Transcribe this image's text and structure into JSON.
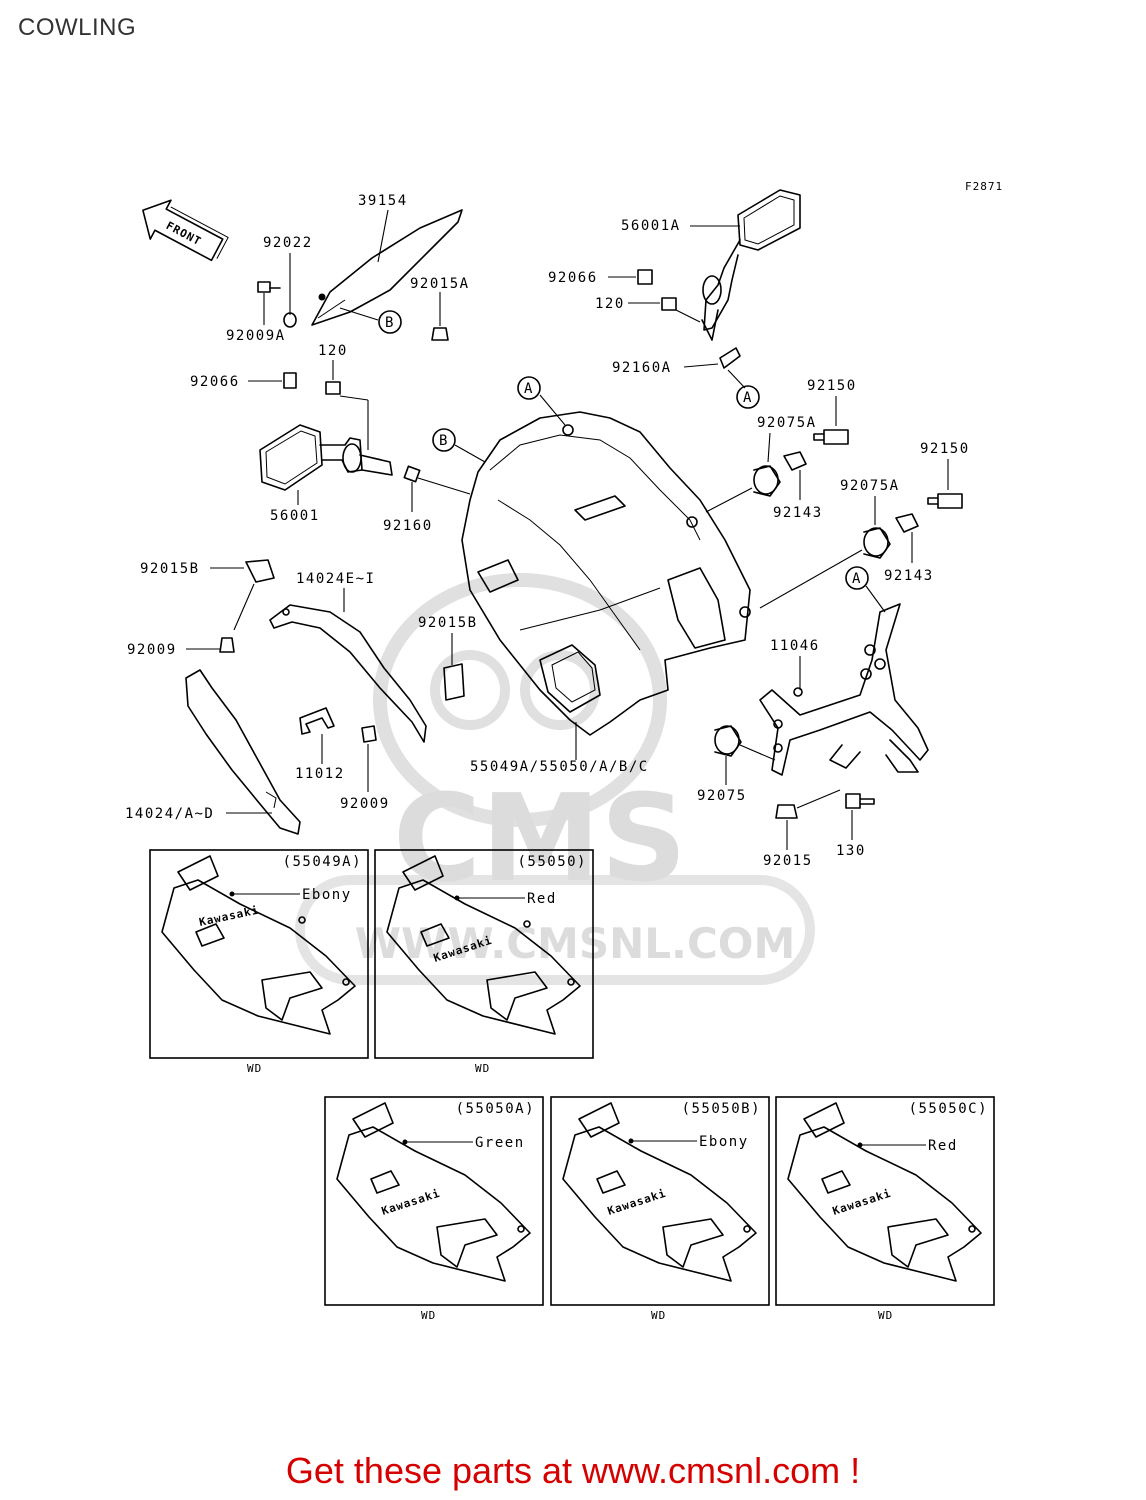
{
  "page": {
    "title": "COWLING"
  },
  "figure_code": "F2871",
  "front_label": "FRONT",
  "watermark": {
    "brand": "CMS",
    "site": "WWW.CMSNL.COM"
  },
  "callouts": {
    "p39154": "39154",
    "p92022": "92022",
    "p92009A": "92009A",
    "p92015A": "92015A",
    "p120_left": "120",
    "p92066_left": "92066",
    "p56001": "56001",
    "p92160": "92160",
    "p56001A": "56001A",
    "p92066_right": "92066",
    "p120_right": "120",
    "p92160A": "92160A",
    "p92150_a": "92150",
    "p92075A_a": "92075A",
    "p92143_a": "92143",
    "p92150_b": "92150",
    "p92075A_b": "92075A",
    "p92143_b": "92143",
    "p92015B_a": "92015B",
    "p14024E": "14024E~I",
    "p92009_a": "92009",
    "p92015B_b": "92015B",
    "p11012": "11012",
    "p92009_b": "92009",
    "p14024A": "14024/A~D",
    "p55049": "55049A/55050/A/B/C",
    "p11046": "11046",
    "p92075": "92075",
    "p92015": "92015",
    "p130": "130"
  },
  "refs": {
    "A": "A",
    "B": "B"
  },
  "variants": [
    {
      "code": "(55049A)",
      "color": "Ebony",
      "market": "WD",
      "logo": "Kawasaki"
    },
    {
      "code": "(55050)",
      "color": "Red",
      "market": "WD",
      "logo": "Kawasaki"
    },
    {
      "code": "(55050A)",
      "color": "Green",
      "market": "WD",
      "logo": "Kawasaki"
    },
    {
      "code": "(55050B)",
      "color": "Ebony",
      "market": "WD",
      "logo": "Kawasaki"
    },
    {
      "code": "(55050C)",
      "color": "Red",
      "market": "WD",
      "logo": "Kawasaki"
    }
  ],
  "footer": {
    "ad_text": "Get these parts at www.cmsnl.com !"
  },
  "colors": {
    "ad": "#d50000",
    "watermark": "#d9d9d9",
    "line": "#000000"
  }
}
